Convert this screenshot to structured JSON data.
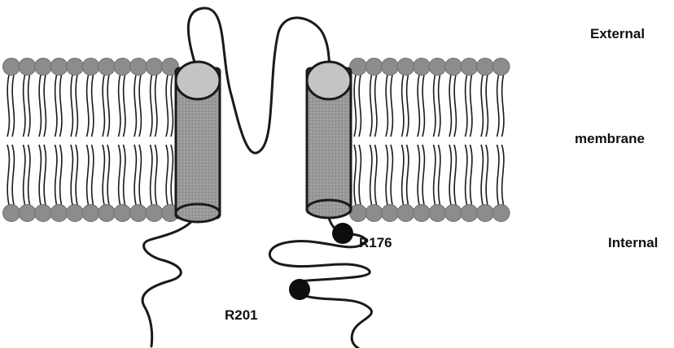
{
  "regions": {
    "external": "External",
    "membrane": "membrane",
    "internal": "Internal"
  },
  "residues": {
    "r176": "R176",
    "r201": "R201"
  },
  "colors": {
    "head": "#8c8c8c",
    "head_edge": "#6f6f6f",
    "helix_body": "#9a9a9a",
    "helix_cap": "#c4c4c4",
    "outline": "#1a1a1a",
    "residue_dot": "#0d0d0d"
  }
}
